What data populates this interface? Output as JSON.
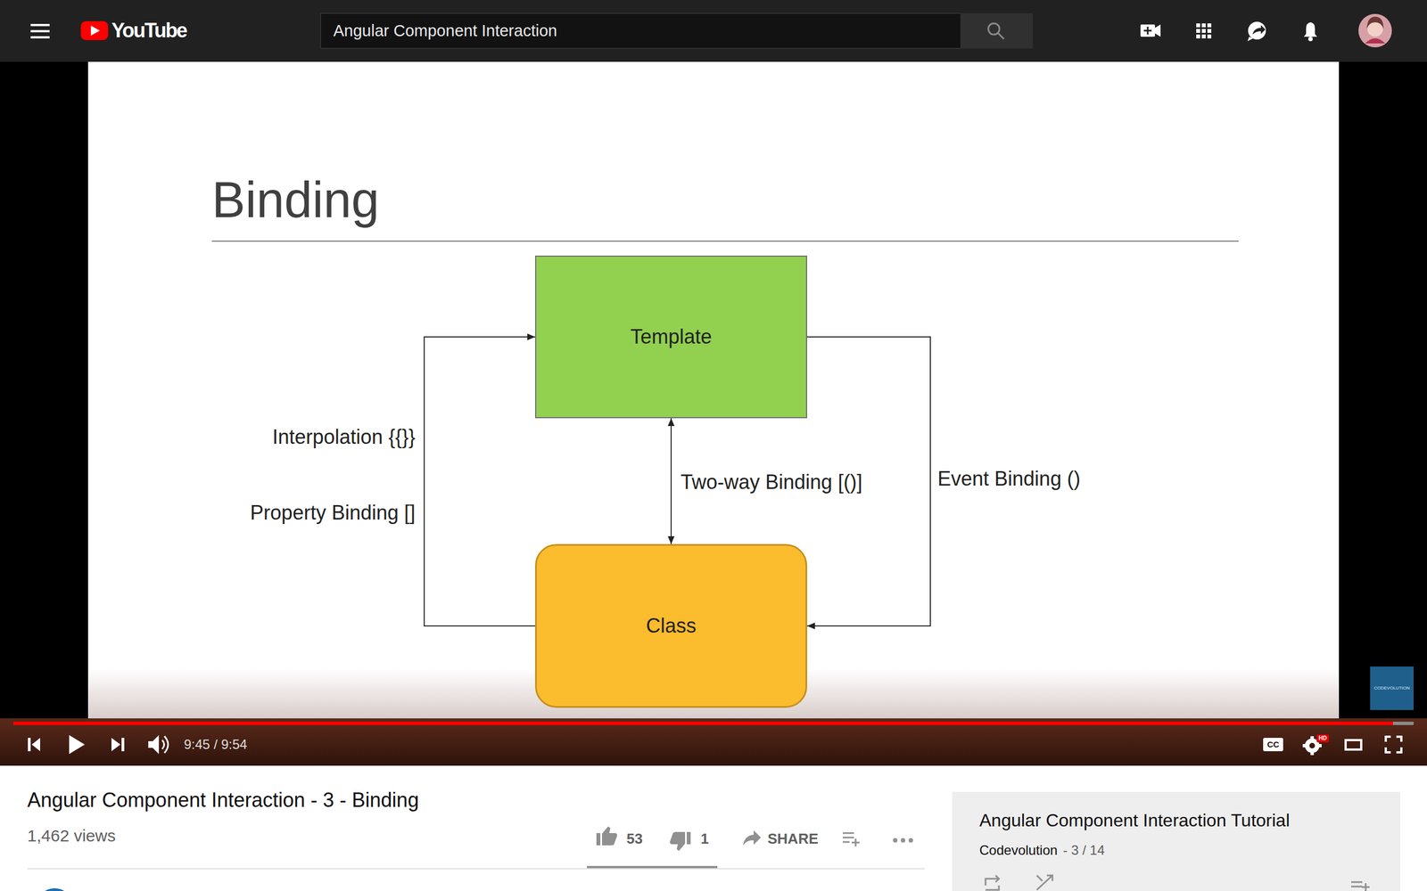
{
  "diagram": {
    "title": "Binding",
    "nodes": [
      {
        "text": [
          "Template"
        ]
      },
      {
        "text": [
          "Class"
        ]
      }
    ],
    "edges": [
      {
        "from": 1,
        "to": 0,
        "arrow": "to",
        "label": "Interpolation {{}}"
      },
      {
        "from": 0,
        "to": 1,
        "arrow": "both",
        "label": "Two-way Binding [()]"
      },
      {
        "from": 0,
        "to": 1,
        "arrow": "to",
        "label": "Event Binding ()"
      }
    ],
    "labels": [
      "YouTube",
      "Angular Component Interaction",
      "Property Binding []",
      "CODEVOLUTION",
      "9:45 / 9:54",
      "CC",
      "HD",
      "Angular Component Interaction - 3 - Binding",
      "1,462 views",
      "53",
      "1",
      "SHARE",
      "Angular Component Interaction Tutorial",
      "Codevolution",
      "- 3 / 14"
    ]
  }
}
